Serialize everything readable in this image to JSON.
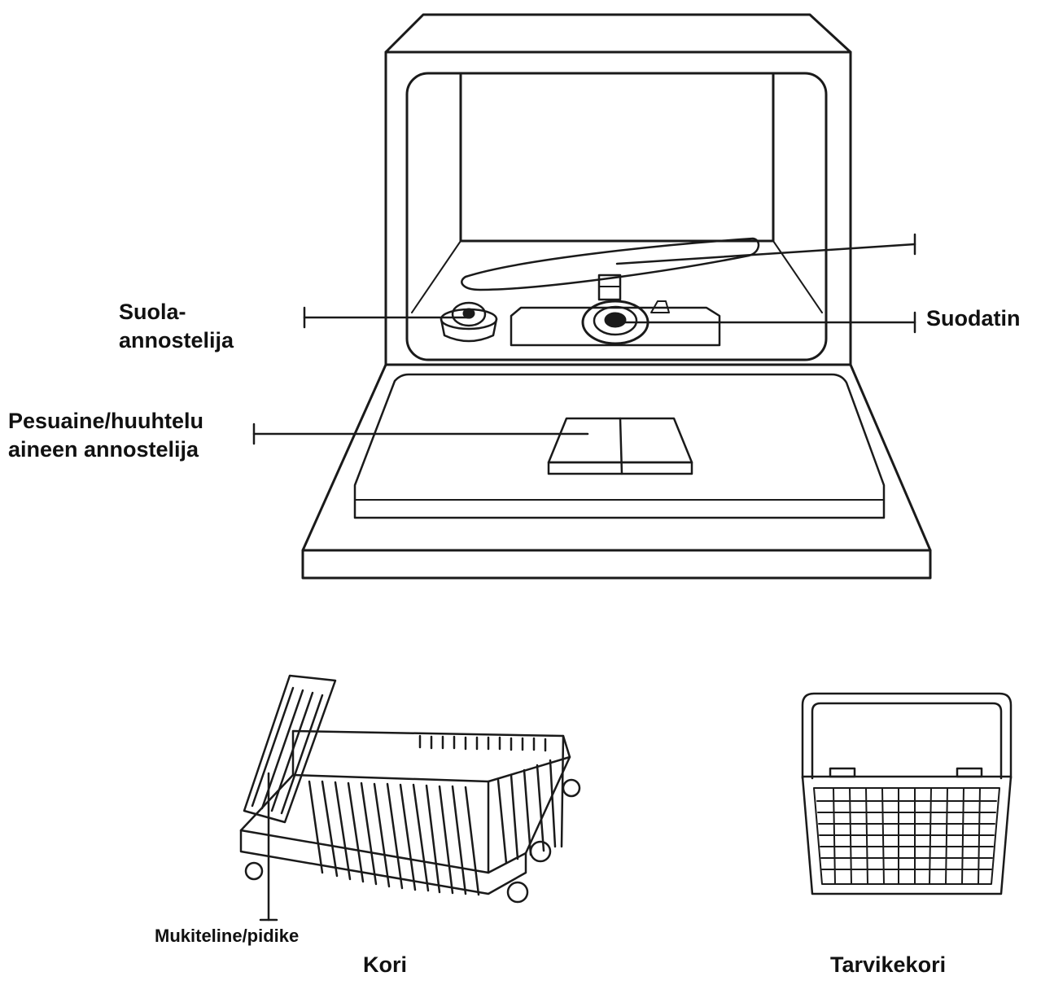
{
  "labels": {
    "salt_dispenser_line1": "Suola-",
    "salt_dispenser_line2": "annostelija",
    "filter": "Suodatin",
    "detergent_dispenser_line1": "Pesuaine/huuhtelu",
    "detergent_dispenser_line2": "aineen annostelija",
    "cup_rack": "Mukiteline/pidike",
    "basket": "Kori",
    "cutlery_basket": "Tarvikekori"
  },
  "colors": {
    "line": "#1a1a1a",
    "background": "#ffffff"
  }
}
